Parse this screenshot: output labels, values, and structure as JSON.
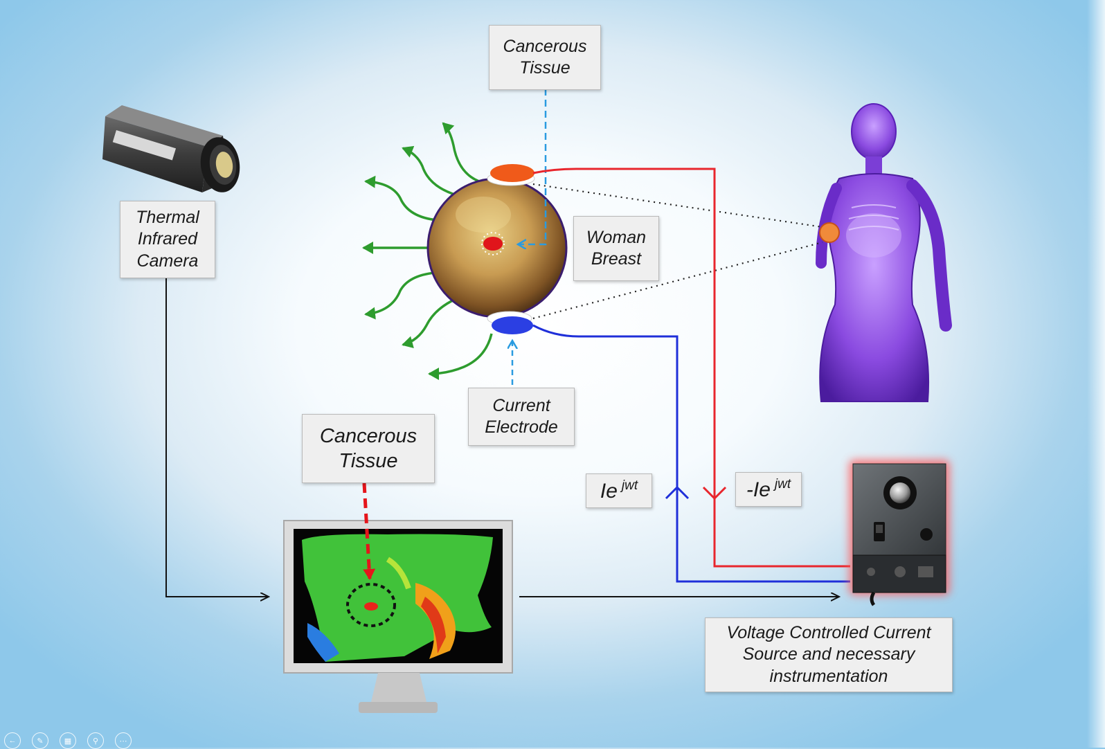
{
  "labels": {
    "cancerous_tissue_top": [
      "Cancerous",
      "Tissue"
    ],
    "thermal_camera": [
      "Thermal",
      "Infrared",
      "Camera"
    ],
    "woman_breast": [
      "Woman",
      "Breast"
    ],
    "current_electrode": [
      "Current",
      "Electrode"
    ],
    "cancerous_tissue_bottom": [
      "Cancerous",
      "Tissue"
    ],
    "current_source": [
      "Voltage Controlled Current",
      "Source and necessary",
      "instrumentation"
    ]
  },
  "currents": {
    "positive": {
      "base": "Ie",
      "exp": "jwt"
    },
    "negative": {
      "base": "-Ie",
      "exp": "jwt"
    }
  },
  "colors": {
    "red_wire": "#e8262d",
    "blue_wire": "#1f2fd9",
    "green_heat": "#2e9c2e",
    "dashed_blue": "#2a9be0",
    "dashed_red": "#e5151b"
  },
  "toolbar_icons": [
    "arrow-left-icon",
    "pen-icon",
    "grid-icon",
    "zoom-icon",
    "menu-icon"
  ]
}
